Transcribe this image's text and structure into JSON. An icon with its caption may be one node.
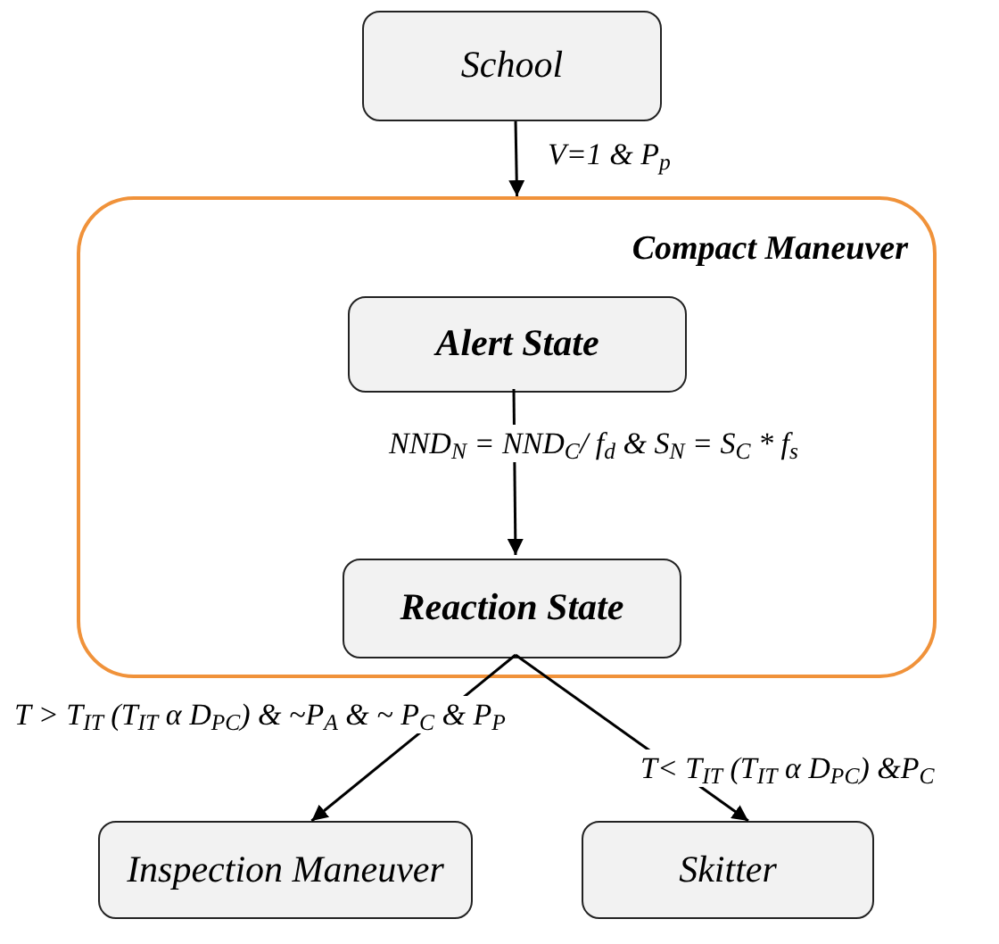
{
  "diagram": {
    "nodes": [
      {
        "text": [
          "School"
        ]
      },
      {
        "text": [
          "Compact Maneuver"
        ]
      },
      {
        "text": [
          "Alert State"
        ],
        "in": 1
      },
      {
        "text": [
          "Reaction State"
        ],
        "in": 1
      },
      {
        "text": [
          "Inspection Maneuver"
        ]
      },
      {
        "text": [
          "Skitter"
        ]
      }
    ],
    "edges": [
      {
        "from": 0,
        "to": 1,
        "arrow": "to",
        "label": "V=1 & P$_{p}$"
      },
      {
        "from": 2,
        "to": 3,
        "arrow": "to",
        "label": "NND$_{N}$ = NND$_{C}$/ f$_{d}$ & S$_{N}$ = S$_{C}$ * f$_{s}$"
      },
      {
        "from": 3,
        "to": 4,
        "arrow": "to",
        "label": "T > T$_{IT}$ (T$_{IT}$ α D$_{PC}$) & ~P$_{A}$ & ~ P$_{C}$ & P$_{P}$"
      },
      {
        "from": 3,
        "to": 5,
        "arrow": "to",
        "label": "T< T$_{IT}$ (T$_{IT}$ α D$_{PC}$) &P$_{C}$"
      }
    ]
  }
}
